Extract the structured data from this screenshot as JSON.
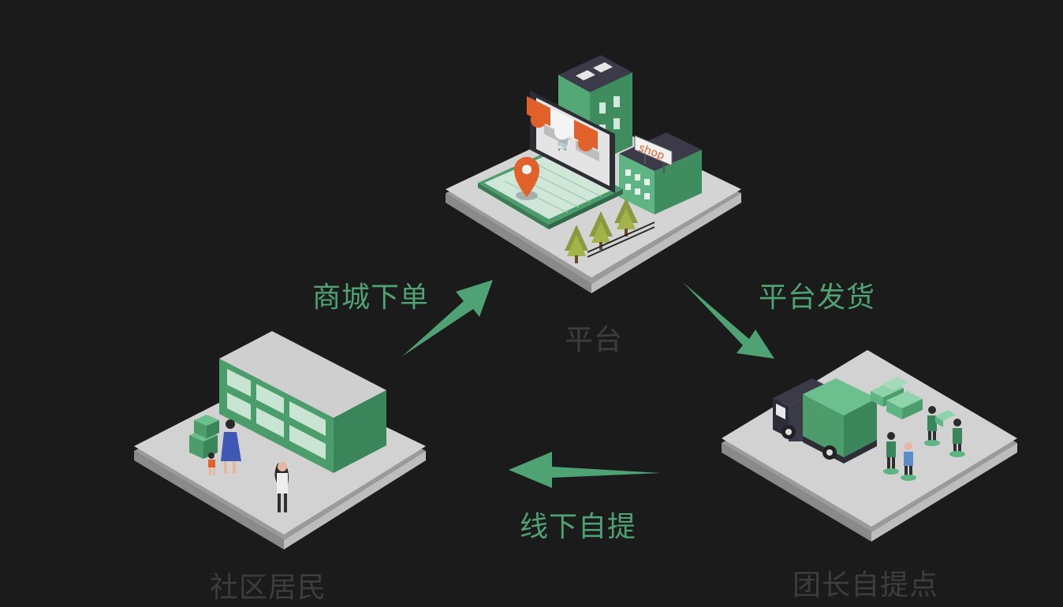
{
  "nodes": {
    "platform": {
      "label": "平台"
    },
    "resident": {
      "label": "社区居民"
    },
    "leader": {
      "label": "团长自提点"
    }
  },
  "steps": {
    "order": {
      "label": "商城下单"
    },
    "ship": {
      "label": "平台发货"
    },
    "pickup": {
      "label": "线下自提"
    }
  },
  "illustration": {
    "shop_sign": "shop"
  },
  "colors": {
    "background": "#1b1b1b",
    "accent_green": "#4fa273",
    "node_label": "#3d3d3d",
    "platform_gray": "#d4d4d4",
    "awning_orange": "#e0622a"
  }
}
